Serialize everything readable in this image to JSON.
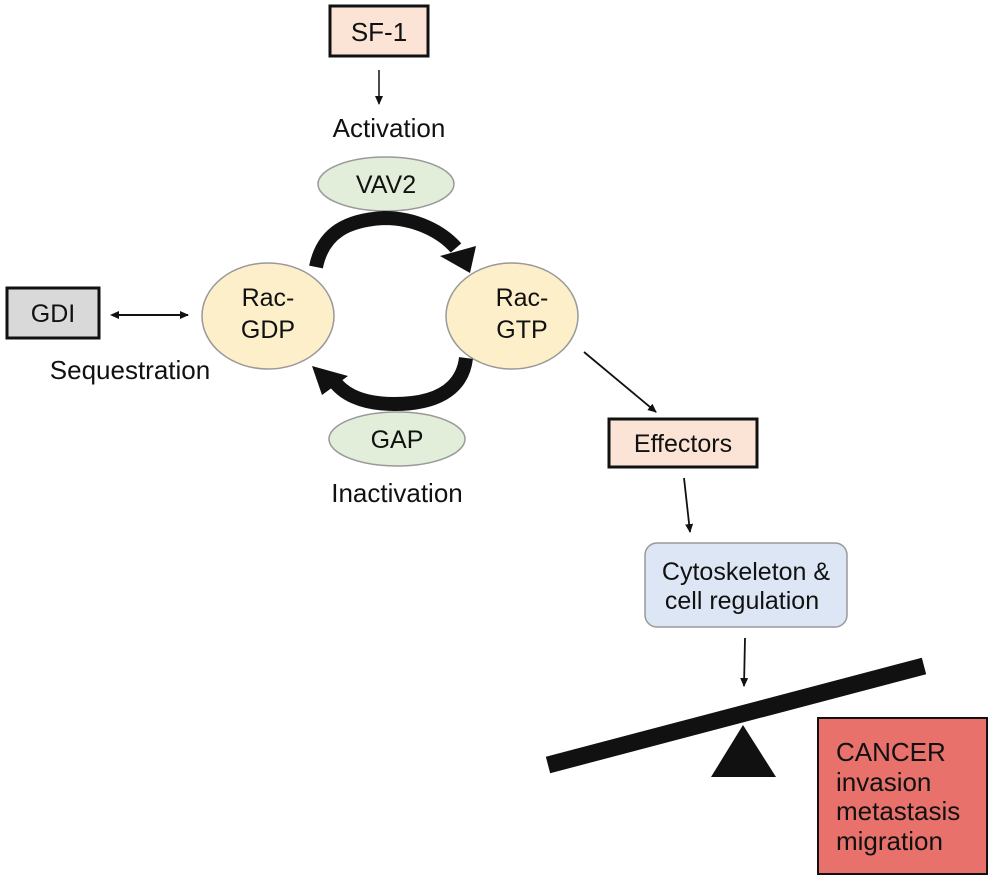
{
  "nodes": {
    "sf1": "SF-1",
    "vav2": "VAV2",
    "rac_gdp": [
      "Rac-",
      "GDP"
    ],
    "rac_gtp": [
      "Rac-",
      "GTP"
    ],
    "gap": "GAP",
    "gdi": "GDI",
    "effectors": "Effectors",
    "cytoskeleton": [
      "Cytoskeleton &",
      "cell regulation"
    ],
    "cancer": [
      "CANCER",
      "invasion",
      "metastasis",
      "migration"
    ]
  },
  "labels": {
    "activation": "Activation",
    "inactivation": "Inactivation",
    "sequestration": "Sequestration"
  },
  "colors": {
    "box_pink": "#fbe3d6",
    "ellipse_green": "#e2eed9",
    "ellipse_yellow": "#fdefc9",
    "box_gray": "#d9d9d9",
    "box_blue": "#dce6f4",
    "box_red": "#e8716c",
    "stroke": "#111111"
  }
}
